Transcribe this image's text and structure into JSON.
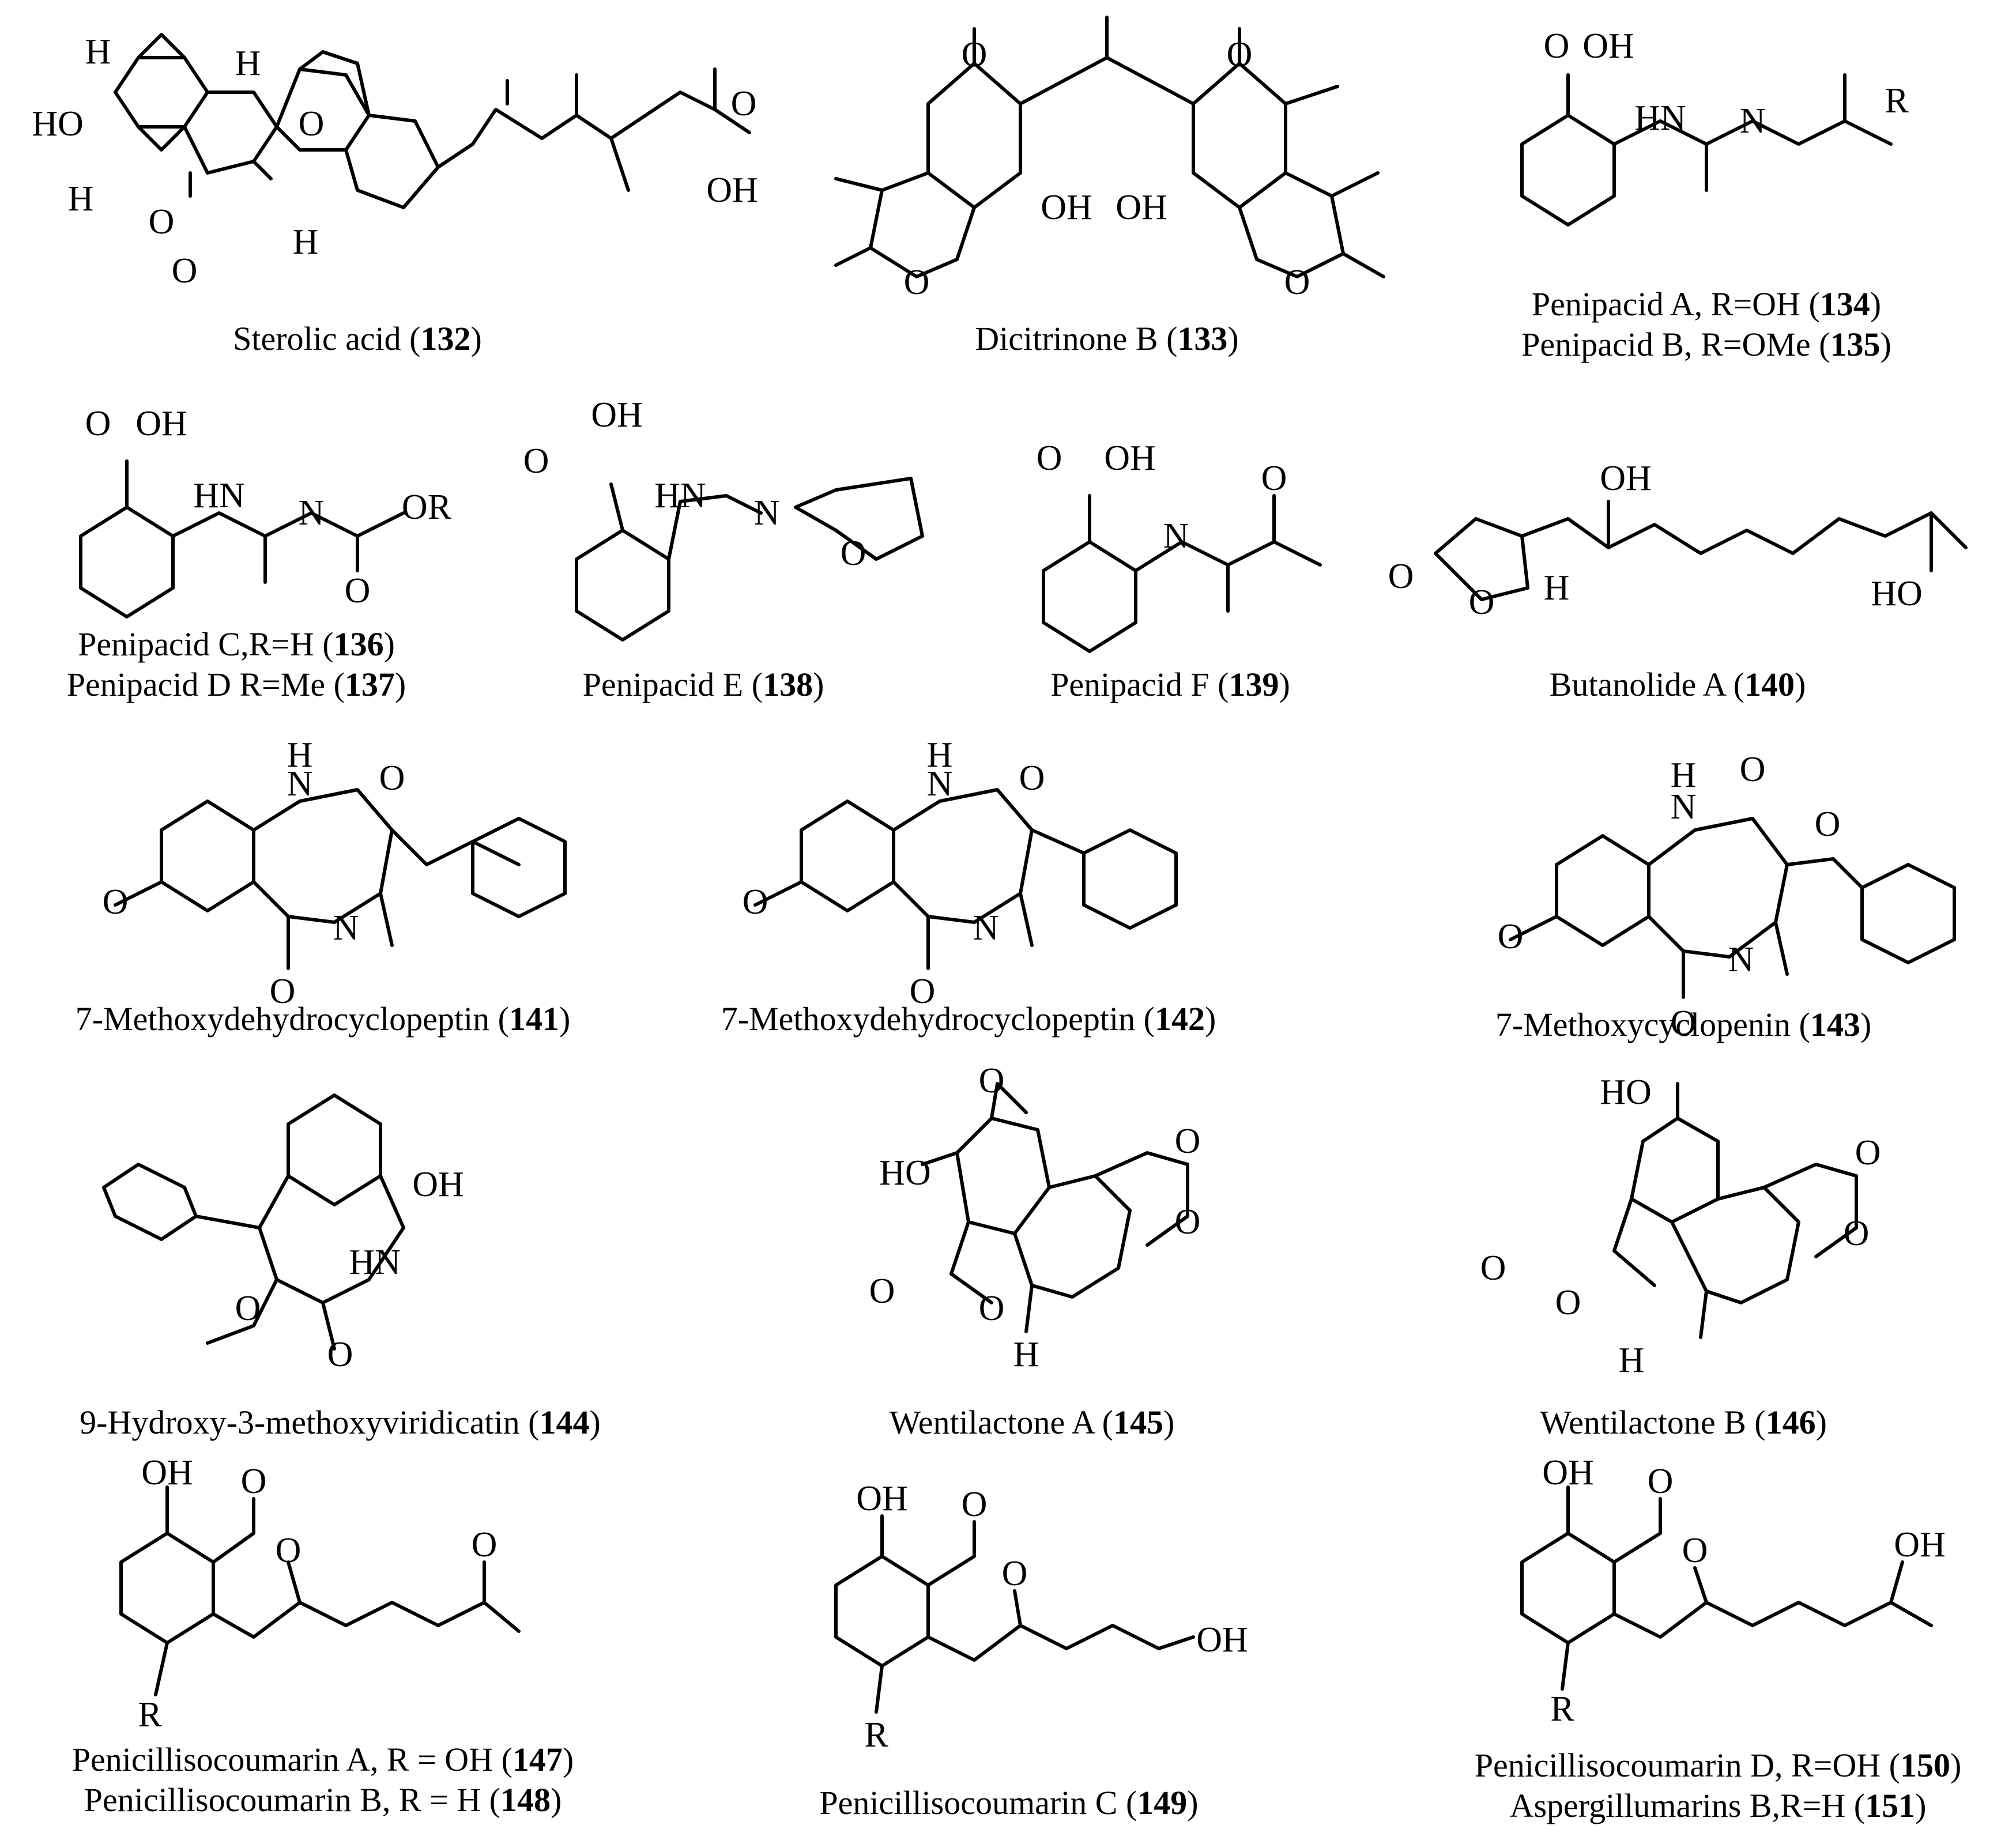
{
  "atoms": {
    "h": "H",
    "ho": "HO",
    "oh": "OH",
    "o": "O",
    "n": "N",
    "nh": "HN",
    "hn": "HN",
    "r": "R",
    "or": "OR"
  },
  "captions": [
    {
      "name": "Sterolic acid",
      "num": "132"
    },
    {
      "name": "Dicitrinone B",
      "num": "133"
    },
    {
      "name": "Penipacid A, R=OH",
      "num": "134"
    },
    {
      "name": "Penipacid B, R=OMe",
      "num": "135"
    },
    {
      "name": "Penipacid C,R=H",
      "num": "136"
    },
    {
      "name": "Penipacid D R=Me",
      "num": "137"
    },
    {
      "name": "Penipacid E",
      "num": "138"
    },
    {
      "name": "Penipacid F",
      "num": "139"
    },
    {
      "name": "Butanolide A",
      "num": "140"
    },
    {
      "name": "7-Methoxydehydrocyclopeptin",
      "num": "141"
    },
    {
      "name": "7-Methoxydehydrocyclopeptin",
      "num": "142"
    },
    {
      "name": "7-Methoxycyclopenin",
      "num": "143"
    },
    {
      "name": "9-Hydroxy-3-methoxyviridicatin",
      "num": "144"
    },
    {
      "name": "Wentilactone  A",
      "num": "145"
    },
    {
      "name": "Wentilactone  B",
      "num": "146"
    },
    {
      "name": "Penicillisocoumarin A, R = OH",
      "num": "147"
    },
    {
      "name": "Penicillisocoumarin B, R = H",
      "num": "148"
    },
    {
      "name": "Penicillisocoumarin C",
      "num": "149"
    },
    {
      "name": "Penicillisocoumarin D, R=OH",
      "num": "150"
    },
    {
      "name": "Aspergillumarins B,R=H",
      "num": "151"
    }
  ]
}
